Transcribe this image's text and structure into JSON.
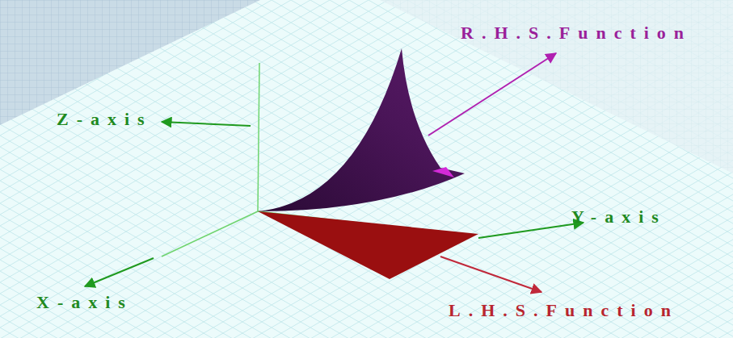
{
  "diagram": {
    "labels": [
      "R.H.S.Function",
      "Z-axis",
      "Y-axis",
      "X-axis",
      "L.H.S.Function"
    ]
  }
}
